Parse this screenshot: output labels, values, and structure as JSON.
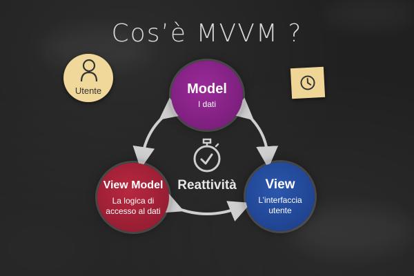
{
  "title": "Cos’è MVVM ?",
  "user_note": {
    "label": "Utente",
    "icon": "user-icon"
  },
  "sticky_note": {
    "icon": "clock-icon"
  },
  "center": {
    "label": "Reattività",
    "icon": "stopwatch-icon"
  },
  "nodes": {
    "model": {
      "name": "Model",
      "desc": "I dati",
      "color": "#8a2389"
    },
    "view_model": {
      "name": "View Model",
      "desc_line1": "La logica di",
      "desc_line2": "accesso al dati",
      "color": "#a62338"
    },
    "view": {
      "name": "View",
      "desc_line1": "L’interfaccia",
      "desc_line2": "utente",
      "color": "#234a9c"
    }
  },
  "colors": {
    "board": "#202020",
    "chalk": "#d8d8d8",
    "note": "#f0d89a"
  }
}
